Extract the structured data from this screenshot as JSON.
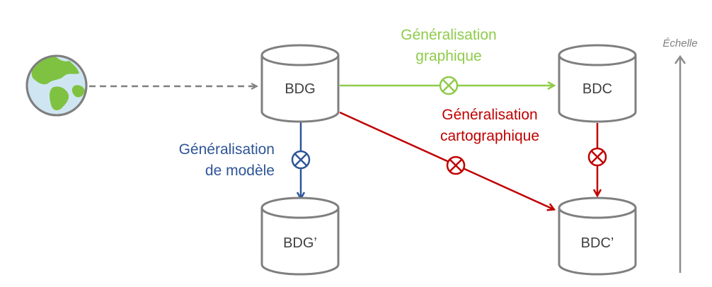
{
  "nodes": {
    "bdg": "BDG",
    "bdc": "BDC",
    "bdg_prime": "BDG’",
    "bdc_prime": "BDC’"
  },
  "labels": {
    "graphic_line1": "Généralisation",
    "graphic_line2": "graphique",
    "carto_line1": "Généralisation",
    "carto_line2": "cartographique",
    "model_line1": "Généralisation",
    "model_line2": "de modèle",
    "scale": "Échelle"
  },
  "colors": {
    "green": "#8fcb4a",
    "red": "#c00000",
    "blue": "#2e5597",
    "gray": "#7f7f7f",
    "globe_ocean": "#cfe6f2",
    "globe_land": "#7fc241"
  }
}
